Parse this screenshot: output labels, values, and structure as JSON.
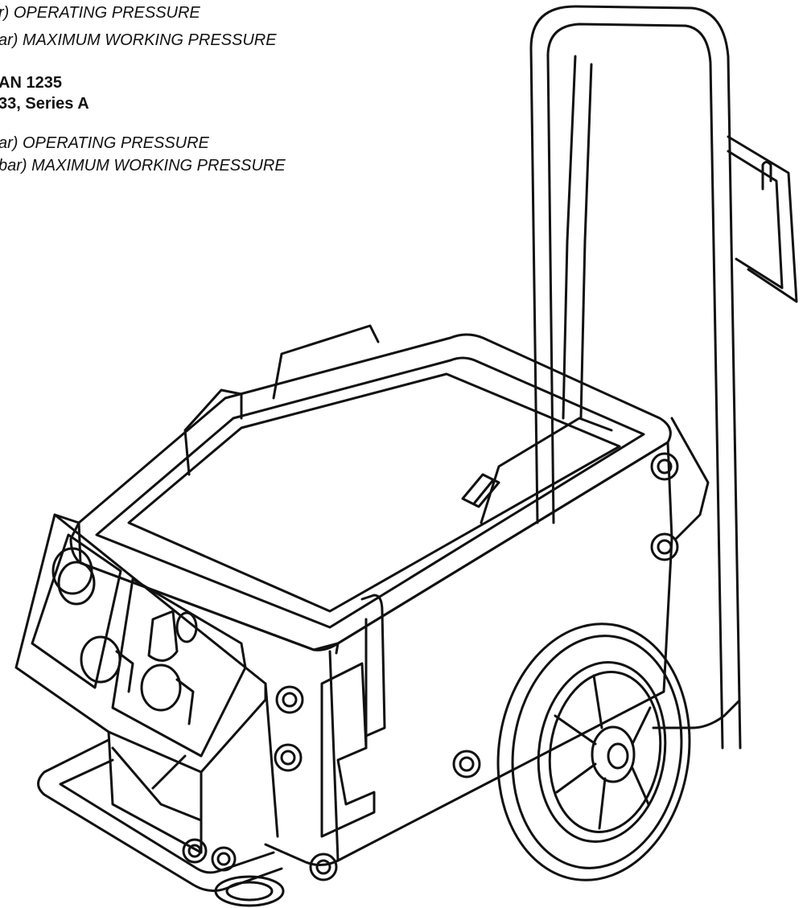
{
  "specs": {
    "group1": {
      "line1": "r) OPERATING PRESSURE",
      "line2": "ar) MAXIMUM WORKING PRESSURE"
    },
    "group2": {
      "model": "AN 1235",
      "series": "33, Series A",
      "line1": "ar) OPERATING PRESSURE",
      "line2": "bar) MAXIMUM WORKING PRESSURE"
    }
  },
  "colors": {
    "ink": "#111111",
    "paper": "#ffffff"
  }
}
